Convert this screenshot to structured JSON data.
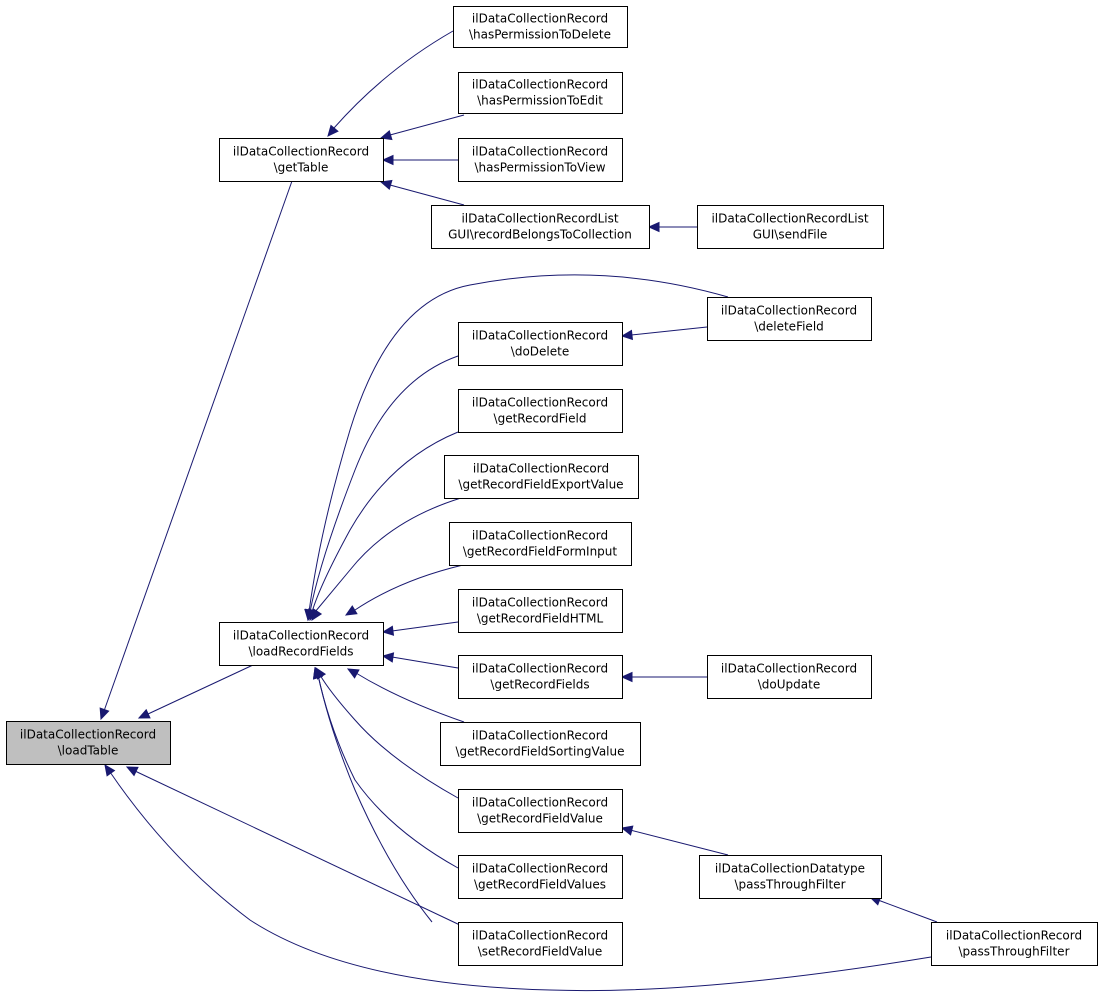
{
  "colors": {
    "edge": "#191970",
    "focus_fill": "#bfbfbf",
    "node_fill": "#ffffff",
    "node_border": "#000000"
  },
  "nodes": [
    {
      "id": "loadTable",
      "lines": [
        "ilDataCollectionRecord",
        "\\loadTable"
      ],
      "focus": true
    },
    {
      "id": "getTable",
      "lines": [
        "ilDataCollectionRecord",
        "\\getTable"
      ]
    },
    {
      "id": "loadRecordFields",
      "lines": [
        "ilDataCollectionRecord",
        "\\loadRecordFields"
      ]
    },
    {
      "id": "hasPermissionToDelete",
      "lines": [
        "ilDataCollectionRecord",
        "\\hasPermissionToDelete"
      ]
    },
    {
      "id": "hasPermissionToEdit",
      "lines": [
        "ilDataCollectionRecord",
        "\\hasPermissionToEdit"
      ]
    },
    {
      "id": "hasPermissionToView",
      "lines": [
        "ilDataCollectionRecord",
        "\\hasPermissionToView"
      ]
    },
    {
      "id": "recordBelongsToCollection",
      "lines": [
        "ilDataCollectionRecordList",
        "GUI\\recordBelongsToCollection"
      ]
    },
    {
      "id": "sendFile",
      "lines": [
        "ilDataCollectionRecordList",
        "GUI\\sendFile"
      ]
    },
    {
      "id": "deleteField",
      "lines": [
        "ilDataCollectionRecord",
        "\\deleteField"
      ]
    },
    {
      "id": "doDelete",
      "lines": [
        "ilDataCollectionRecord",
        "\\doDelete"
      ]
    },
    {
      "id": "getRecordField",
      "lines": [
        "ilDataCollectionRecord",
        "\\getRecordField"
      ]
    },
    {
      "id": "getRecordFieldExportValue",
      "lines": [
        "ilDataCollectionRecord",
        "\\getRecordFieldExportValue"
      ]
    },
    {
      "id": "getRecordFieldFormInput",
      "lines": [
        "ilDataCollectionRecord",
        "\\getRecordFieldFormInput"
      ]
    },
    {
      "id": "getRecordFieldHTML",
      "lines": [
        "ilDataCollectionRecord",
        "\\getRecordFieldHTML"
      ]
    },
    {
      "id": "getRecordFields",
      "lines": [
        "ilDataCollectionRecord",
        "\\getRecordFields"
      ]
    },
    {
      "id": "doUpdate",
      "lines": [
        "ilDataCollectionRecord",
        "\\doUpdate"
      ]
    },
    {
      "id": "getRecordFieldSortingValue",
      "lines": [
        "ilDataCollectionRecord",
        "\\getRecordFieldSortingValue"
      ]
    },
    {
      "id": "getRecordFieldValue",
      "lines": [
        "ilDataCollectionRecord",
        "\\getRecordFieldValue"
      ]
    },
    {
      "id": "dtPassThroughFilter",
      "lines": [
        "ilDataCollectionDatatype",
        "\\passThroughFilter"
      ]
    },
    {
      "id": "getRecordFieldValues",
      "lines": [
        "ilDataCollectionRecord",
        "\\getRecordFieldValues"
      ]
    },
    {
      "id": "setRecordFieldValue",
      "lines": [
        "ilDataCollectionRecord",
        "\\setRecordFieldValue"
      ]
    },
    {
      "id": "recPassThroughFilter",
      "lines": [
        "ilDataCollectionRecord",
        "\\passThroughFilter"
      ]
    }
  ],
  "edges": [
    {
      "from": "getTable",
      "to": "loadTable"
    },
    {
      "from": "loadRecordFields",
      "to": "loadTable"
    },
    {
      "from": "setRecordFieldValue",
      "to": "loadTable"
    },
    {
      "from": "recPassThroughFilter",
      "to": "loadTable"
    },
    {
      "from": "hasPermissionToDelete",
      "to": "getTable"
    },
    {
      "from": "hasPermissionToEdit",
      "to": "getTable"
    },
    {
      "from": "hasPermissionToView",
      "to": "getTable"
    },
    {
      "from": "recordBelongsToCollection",
      "to": "getTable"
    },
    {
      "from": "sendFile",
      "to": "recordBelongsToCollection"
    },
    {
      "from": "deleteField",
      "to": "loadRecordFields"
    },
    {
      "from": "doDelete",
      "to": "loadRecordFields"
    },
    {
      "from": "getRecordField",
      "to": "loadRecordFields"
    },
    {
      "from": "getRecordFieldExportValue",
      "to": "loadRecordFields"
    },
    {
      "from": "getRecordFieldFormInput",
      "to": "loadRecordFields"
    },
    {
      "from": "getRecordFieldHTML",
      "to": "loadRecordFields"
    },
    {
      "from": "getRecordFields",
      "to": "loadRecordFields"
    },
    {
      "from": "getRecordFieldSortingValue",
      "to": "loadRecordFields"
    },
    {
      "from": "getRecordFieldValue",
      "to": "loadRecordFields"
    },
    {
      "from": "getRecordFieldValues",
      "to": "loadRecordFields"
    },
    {
      "from": "setRecordFieldValue",
      "to": "loadRecordFields"
    },
    {
      "from": "deleteField",
      "to": "doDelete"
    },
    {
      "from": "doUpdate",
      "to": "getRecordFields"
    },
    {
      "from": "dtPassThroughFilter",
      "to": "getRecordFieldValue"
    },
    {
      "from": "recPassThroughFilter",
      "to": "dtPassThroughFilter"
    }
  ]
}
